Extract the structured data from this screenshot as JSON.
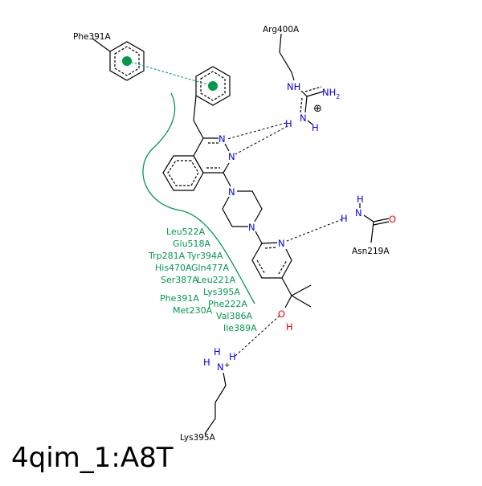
{
  "title": "4qim_1:A8T",
  "residues": {
    "phe391_top": "Phe391A",
    "arg400": "Arg400A",
    "asn219": "Asn219A",
    "lys395_bottom": "Lys395A"
  },
  "hydrophobic_residues": [
    "Leu522A",
    "Glu518A",
    "Trp281A",
    "Tyr394A",
    "His470A",
    "Gln477A",
    "Ser387A",
    "Leu221A",
    "Lys395A",
    "Phe391A",
    "Phe222A",
    "Met230A",
    "Val386A",
    "Ile389A"
  ],
  "atoms": {
    "nh": "NH",
    "nh2": "NH",
    "nh2_sub": "2",
    "n": "N",
    "h": "H",
    "o": "O",
    "plus": "⊕",
    "lys_plus": "+"
  },
  "colors": {
    "hydrophobic": "#00994c",
    "nitrogen": "#0000ee",
    "oxygen": "#ee0000"
  }
}
